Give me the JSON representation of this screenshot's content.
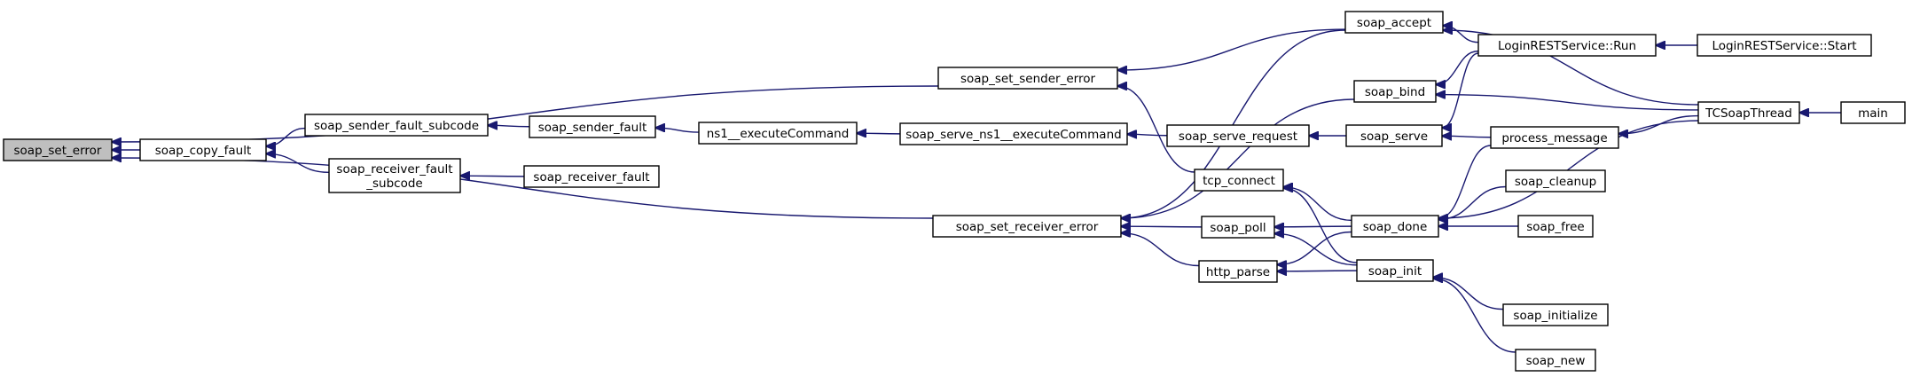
{
  "graph": {
    "highlight_fill": "#bfbfbf",
    "node_fill": "#ffffff",
    "edge_color": "#191970",
    "nodes": [
      {
        "id": "soap_set_error",
        "lines": [
          "soap_set_error"
        ],
        "highlight": true
      },
      {
        "id": "soap_copy_fault",
        "lines": [
          "soap_copy_fault"
        ]
      },
      {
        "id": "soap_set_sender_error",
        "lines": [
          "soap_set_sender_error"
        ]
      },
      {
        "id": "soap_set_receiver_error",
        "lines": [
          "soap_set_receiver_error"
        ]
      },
      {
        "id": "soap_sender_fault_subcode",
        "lines": [
          "soap_sender_fault_subcode"
        ]
      },
      {
        "id": "soap_receiver_fault_subcode",
        "lines": [
          "soap_receiver_fault",
          "_subcode"
        ]
      },
      {
        "id": "soap_sender_fault",
        "lines": [
          "soap_sender_fault"
        ]
      },
      {
        "id": "soap_receiver_fault",
        "lines": [
          "soap_receiver_fault"
        ]
      },
      {
        "id": "ns1__executeCommand",
        "lines": [
          "ns1__executeCommand"
        ]
      },
      {
        "id": "soap_serve_ns1__executeCommand",
        "lines": [
          "soap_serve_ns1__executeCommand"
        ]
      },
      {
        "id": "soap_serve_request",
        "lines": [
          "soap_serve_request"
        ]
      },
      {
        "id": "soap_accept",
        "lines": [
          "soap_accept"
        ]
      },
      {
        "id": "soap_bind",
        "lines": [
          "soap_bind"
        ]
      },
      {
        "id": "soap_serve",
        "lines": [
          "soap_serve"
        ]
      },
      {
        "id": "tcp_connect",
        "lines": [
          "tcp_connect"
        ]
      },
      {
        "id": "soap_poll",
        "lines": [
          "soap_poll"
        ]
      },
      {
        "id": "http_parse",
        "lines": [
          "http_parse"
        ]
      },
      {
        "id": "soap_done",
        "lines": [
          "soap_done"
        ]
      },
      {
        "id": "soap_init",
        "lines": [
          "soap_init"
        ]
      },
      {
        "id": "LoginRESTService_Run",
        "lines": [
          "LoginRESTService::Run"
        ]
      },
      {
        "id": "LoginRESTService_Start",
        "lines": [
          "LoginRESTService::Start"
        ]
      },
      {
        "id": "process_message",
        "lines": [
          "process_message"
        ]
      },
      {
        "id": "TCSoapThread",
        "lines": [
          "TCSoapThread"
        ]
      },
      {
        "id": "main",
        "lines": [
          "main"
        ]
      },
      {
        "id": "soap_cleanup",
        "lines": [
          "soap_cleanup"
        ]
      },
      {
        "id": "soap_free",
        "lines": [
          "soap_free"
        ]
      },
      {
        "id": "soap_initialize",
        "lines": [
          "soap_initialize"
        ]
      },
      {
        "id": "soap_new",
        "lines": [
          "soap_new"
        ]
      }
    ],
    "edges": [
      {
        "from": "soap_copy_fault",
        "to": "soap_set_error"
      },
      {
        "from": "soap_set_sender_error",
        "to": "soap_set_error"
      },
      {
        "from": "soap_set_receiver_error",
        "to": "soap_set_error"
      },
      {
        "from": "soap_sender_fault_subcode",
        "to": "soap_copy_fault"
      },
      {
        "from": "soap_receiver_fault_subcode",
        "to": "soap_copy_fault"
      },
      {
        "from": "soap_sender_fault",
        "to": "soap_sender_fault_subcode"
      },
      {
        "from": "soap_receiver_fault",
        "to": "soap_receiver_fault_subcode"
      },
      {
        "from": "ns1__executeCommand",
        "to": "soap_sender_fault"
      },
      {
        "from": "soap_serve_ns1__executeCommand",
        "to": "ns1__executeCommand"
      },
      {
        "from": "soap_serve_request",
        "to": "soap_serve_ns1__executeCommand"
      },
      {
        "from": "soap_serve",
        "to": "soap_serve_request"
      },
      {
        "from": "soap_accept",
        "to": "soap_set_sender_error"
      },
      {
        "from": "tcp_connect",
        "to": "soap_set_sender_error"
      },
      {
        "from": "soap_accept",
        "to": "soap_set_receiver_error"
      },
      {
        "from": "soap_bind",
        "to": "soap_set_receiver_error"
      },
      {
        "from": "soap_poll",
        "to": "soap_set_receiver_error"
      },
      {
        "from": "http_parse",
        "to": "soap_set_receiver_error"
      },
      {
        "from": "LoginRESTService_Run",
        "to": "soap_accept"
      },
      {
        "from": "TCSoapThread",
        "to": "soap_accept"
      },
      {
        "from": "LoginRESTService_Run",
        "to": "soap_bind"
      },
      {
        "from": "TCSoapThread",
        "to": "soap_bind"
      },
      {
        "from": "LoginRESTService_Run",
        "to": "soap_serve"
      },
      {
        "from": "process_message",
        "to": "soap_serve"
      },
      {
        "from": "LoginRESTService_Start",
        "to": "LoginRESTService_Run"
      },
      {
        "from": "TCSoapThread",
        "to": "process_message"
      },
      {
        "from": "main",
        "to": "TCSoapThread"
      },
      {
        "from": "soap_done",
        "to": "tcp_connect"
      },
      {
        "from": "soap_init",
        "to": "tcp_connect"
      },
      {
        "from": "soap_done",
        "to": "soap_poll"
      },
      {
        "from": "soap_init",
        "to": "soap_poll"
      },
      {
        "from": "soap_done",
        "to": "http_parse"
      },
      {
        "from": "soap_init",
        "to": "http_parse"
      },
      {
        "from": "process_message",
        "to": "soap_done"
      },
      {
        "from": "soap_cleanup",
        "to": "soap_done"
      },
      {
        "from": "soap_free",
        "to": "soap_done"
      },
      {
        "from": "TCSoapThread",
        "to": "soap_done"
      },
      {
        "from": "soap_initialize",
        "to": "soap_init"
      },
      {
        "from": "soap_new",
        "to": "soap_init"
      }
    ]
  }
}
